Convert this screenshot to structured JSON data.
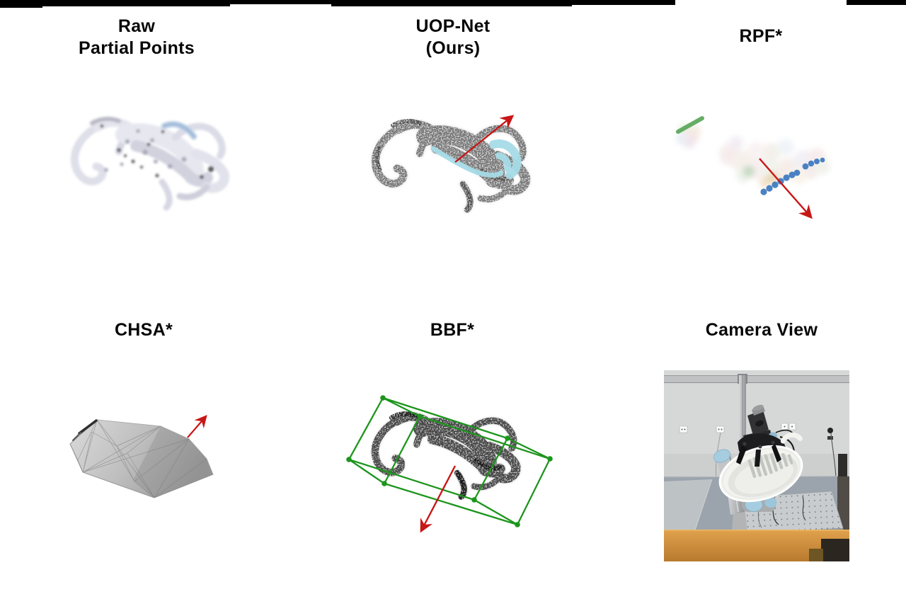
{
  "figure": {
    "panels": {
      "raw": {
        "title_line1": "Raw",
        "title_line2": "Partial Points"
      },
      "uop": {
        "title_line1": "UOP-Net",
        "title_line2": "(Ours)"
      },
      "rpf": {
        "title": "RPF*"
      },
      "chsa": {
        "title": "CHSA*"
      },
      "bbf": {
        "title": "BBF*"
      },
      "camera": {
        "title": "Camera View"
      }
    },
    "colors": {
      "background": "#ffffff",
      "top_bar": "#000000",
      "arrow_red": "#c81616",
      "box_green": "#1d951d",
      "placement_cyan": "#a7dce8",
      "rpf_blue": "#3c78c0",
      "rpf_green": "#55a455",
      "raw_point_blue": "#9db9d8"
    }
  }
}
